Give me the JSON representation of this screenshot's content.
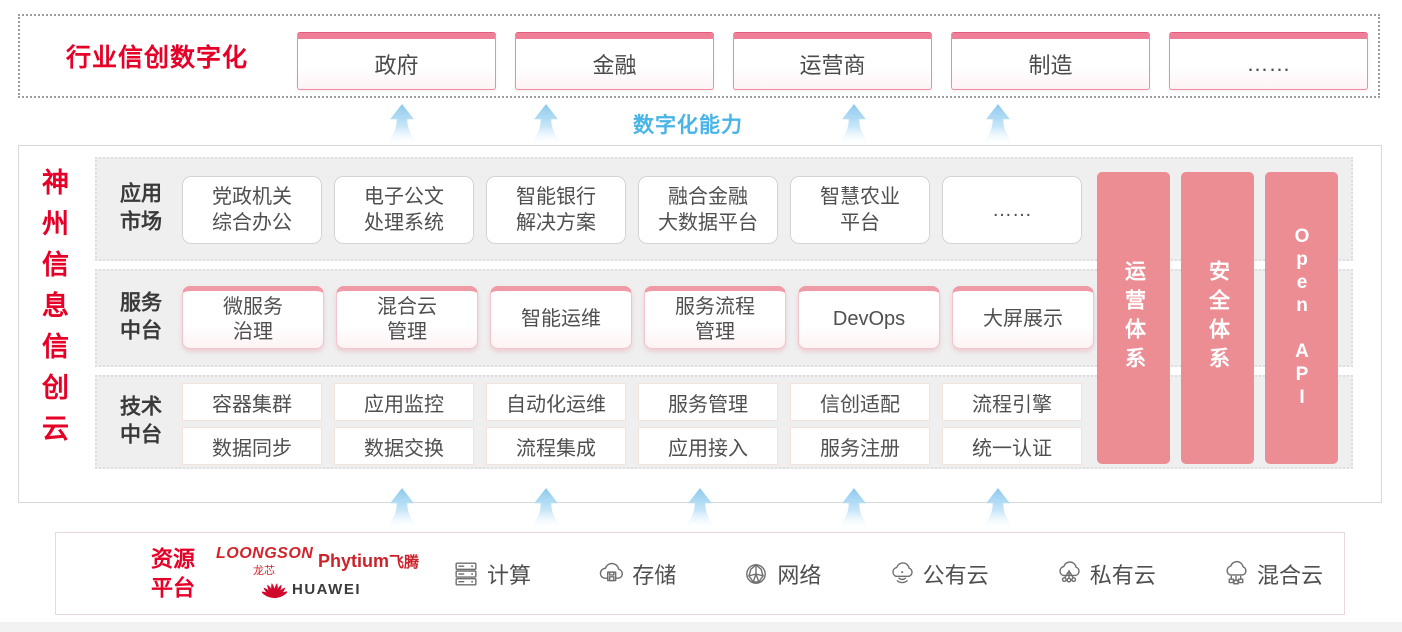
{
  "top_band": {
    "title": "行业信创数字化",
    "industries": [
      "政府",
      "金融",
      "运营商",
      "制造",
      "……"
    ]
  },
  "capability": {
    "label": "数字化能力",
    "arrow_icon": "up-arrow-icon",
    "top_arrow_count": 4,
    "bottom_arrow_count": 5
  },
  "main": {
    "vertical_title": "神州信息信创云",
    "app_row": {
      "label": "应用\n市场",
      "items": [
        "党政机关\n综合办公",
        "电子公文\n处理系统",
        "智能银行\n解决方案",
        "融合金融\n大数据平台",
        "智慧农业\n平台",
        "……"
      ]
    },
    "service_row": {
      "label": "服务\n中台",
      "items": [
        "微服务\n治理",
        "混合云\n管理",
        "智能运维",
        "服务流程\n管理",
        "DevOps",
        "大屏展示"
      ]
    },
    "tech_row": {
      "label": "技术\n中台",
      "row1": [
        "容器集群",
        "应用监控",
        "自动化运维",
        "服务管理",
        "信创适配",
        "流程引擎"
      ],
      "row2": [
        "数据同步",
        "数据交换",
        "流程集成",
        "应用接入",
        "服务注册",
        "统一认证"
      ]
    },
    "side_bars": [
      "运营体系",
      "安全体系",
      "Open API"
    ]
  },
  "resource": {
    "label": "资源\n平台",
    "vendors": {
      "loongson": "LOONGSON",
      "loongson_cn": "龙芯",
      "phytium": "Phytium",
      "phytium_cn": "飞腾",
      "huawei": "HUAWEI"
    },
    "items": [
      {
        "icon": "compute-icon",
        "label": "计算"
      },
      {
        "icon": "storage-icon",
        "label": "存储"
      },
      {
        "icon": "network-icon",
        "label": "网络"
      },
      {
        "icon": "public-cloud-icon",
        "label": "公有云"
      },
      {
        "icon": "private-cloud-icon",
        "label": "私有云"
      },
      {
        "icon": "hybrid-cloud-icon",
        "label": "混合云"
      }
    ]
  },
  "colors": {
    "brand_red": "#e60027",
    "bar_pink": "#ec8c93",
    "capability_blue": "#49b4e8",
    "vendor_red": "#cf0a2c"
  }
}
